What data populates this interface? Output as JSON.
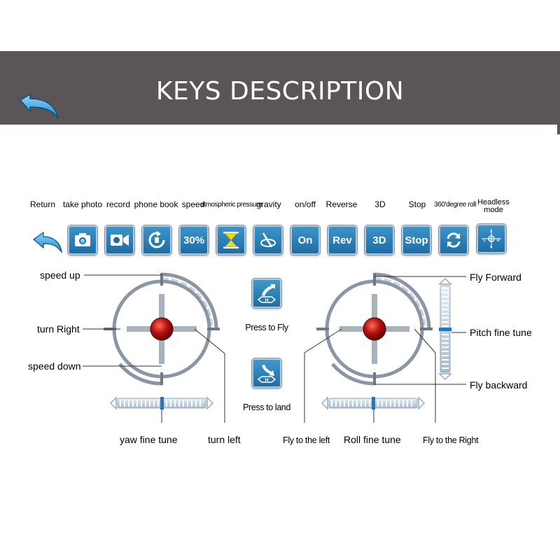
{
  "banner": {
    "title": "KEYS DESCRIPTION"
  },
  "keys": [
    {
      "label": "Return"
    },
    {
      "label": "take photo"
    },
    {
      "label": "record"
    },
    {
      "label": "phone book"
    },
    {
      "label": "speed",
      "text": "30%"
    },
    {
      "label": "atmospheric pressure"
    },
    {
      "label": "gravity"
    },
    {
      "label": "on/off",
      "text": "On"
    },
    {
      "label": "Reverse",
      "text": "Rev"
    },
    {
      "label": "3D",
      "text": "3D"
    },
    {
      "label": "Stop",
      "text": "Stop"
    },
    {
      "label": "360'degree roll"
    },
    {
      "label": "Headless mode"
    }
  ],
  "left_joystick": {
    "speed_up": "speed up",
    "turn_right": "turn Right",
    "speed_down": "speed down",
    "turn_left": "turn left",
    "trim": "yaw fine tune"
  },
  "center": {
    "fly_label": "Press to Fly",
    "land_label": "Press to land"
  },
  "right_joystick": {
    "forward": "Fly Forward",
    "pitch_trim": "Pitch fine tune",
    "backward": "Fly backward",
    "left": "Fly to the left",
    "roll_trim": "Roll fine tune",
    "right": "Fly to the Right"
  },
  "colors": {
    "banner": "#5c5557",
    "button": "#2a7fb8",
    "ring": "#8793a0",
    "knob": "#b01010"
  }
}
